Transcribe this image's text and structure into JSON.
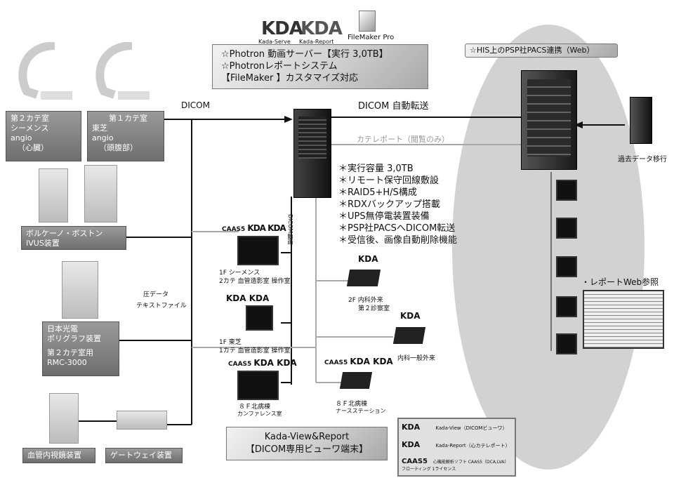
{
  "header": {
    "logos": [
      "KDA-Kada-Serve",
      "KDA-Kada-Report",
      "FileMaker Pro"
    ],
    "logo_captions": [
      "Kada-Serve",
      "Kada-Report",
      "FileMaker Pro"
    ],
    "title_lines": [
      "☆Photron 動画サーバー【実行 3,0TB】",
      "☆Photronレポートシステム",
      "【FileMaker 】カスタマイズ対応"
    ]
  },
  "modalities": {
    "siemens": [
      "第２カテ室",
      "シーメンス",
      "angio",
      "（心臓）"
    ],
    "toshiba": [
      "第１カテ室",
      "東芝",
      "angio",
      "（頭腹部）"
    ]
  },
  "devices": {
    "volcano": [
      "ボルケーノ・ボストン",
      "IVUS装置"
    ],
    "polygraph": [
      "日本光電",
      "ポリグラフ装置",
      "",
      "第２カテ室用",
      "RMC-3000"
    ],
    "endoscope": "血管内視鏡装置",
    "gateway": "ゲートウェイ装置"
  },
  "labels": {
    "dicom": "DICOM",
    "dicom_auto": "DICOM 自動転送",
    "report_view": "カテレポート（閲覧のみ）",
    "dicom_vertical": "DICOM動画",
    "pressure": [
      "圧データ",
      "テキストファイル"
    ],
    "his_title": "☆HIS上のPSP社PACS連携（Web）",
    "past_data": "過去データ移行",
    "report_web": "・レポートWeb参照"
  },
  "features": [
    "＊実行容量 3,0TB",
    "＊リモート保守回線敷設",
    "＊RAID5+H/S構成",
    "＊RDXバックアップ搭載",
    "＊UPS無停電装置装備",
    "＊PSP社PACSへDICOM転送",
    "＊受信後、画像自動削除機能"
  ],
  "terminals": {
    "t1": [
      "1F  シーメンス",
      "2カテ 血管造影室 操作室"
    ],
    "t2": [
      "1F  東芝",
      "1カテ 血管造影室 操作室"
    ],
    "t3": [
      "８Ｆ北病棟",
      "カンファレンス室"
    ],
    "l1": [
      "2F  内科外来",
      "第２診察室"
    ],
    "l2": "内科一般外来",
    "l3": [
      "８Ｆ北病棟",
      "ナースステーション"
    ]
  },
  "terminal_logos": [
    "CAAS5",
    "Kada-Report",
    "Kada-View"
  ],
  "footer": {
    "title_lines": [
      "Kada-View&Report",
      "【DICOM専用ビューワ端末】"
    ],
    "legend": [
      {
        "logo": "KDA",
        "text": "Kada-View（DICOMビューワ）"
      },
      {
        "logo": "KDA",
        "text": "Kada-Report（心カテレポート）"
      },
      {
        "logo": "CAAS5",
        "text": "心機能解析ソフト  CAAS5（DCA,LVA）フローティング 1ライセンス"
      }
    ]
  },
  "colors": {
    "ellipse": "#d2d2d2",
    "line": "#111111",
    "grayline": "#a8a8a8"
  }
}
